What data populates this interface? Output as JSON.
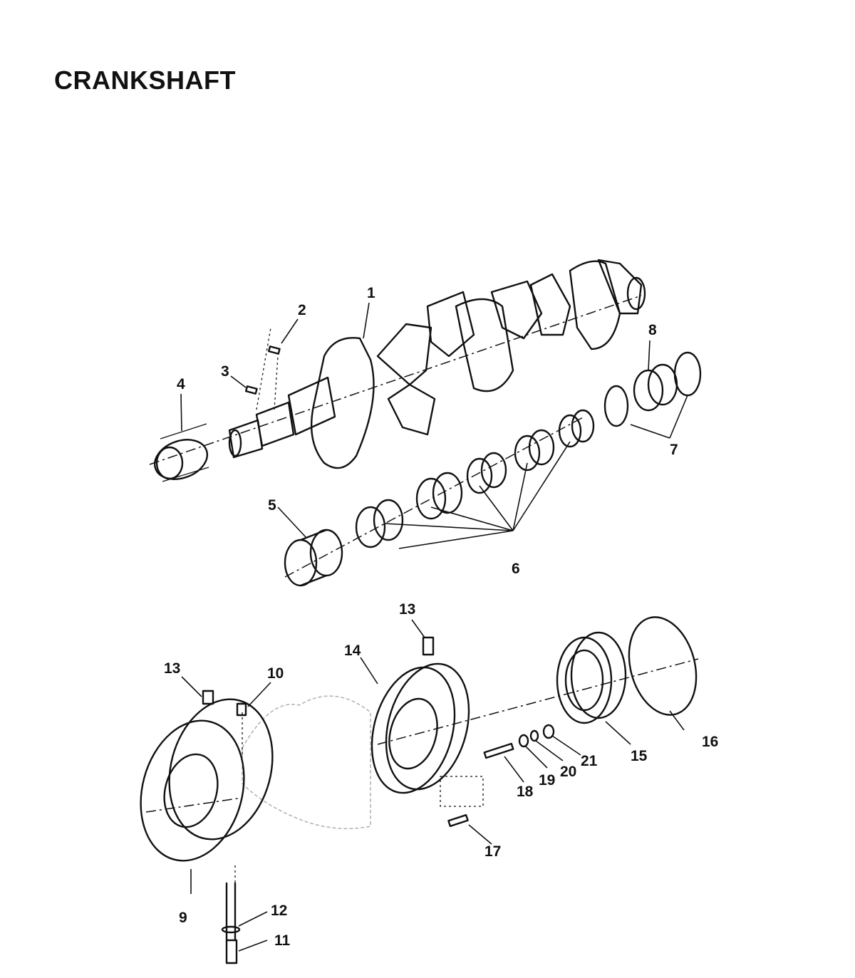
{
  "title": "CRANKSHAFT",
  "callouts": {
    "c1": "1",
    "c2": "2",
    "c3": "3",
    "c4": "4",
    "c5": "5",
    "c6": "6",
    "c7": "7",
    "c8": "8",
    "c9": "9",
    "c10": "10",
    "c11": "11",
    "c12": "12",
    "c13a": "13",
    "c13b": "13",
    "c14": "14",
    "c15": "15",
    "c16": "16",
    "c17": "17",
    "c18": "18",
    "c19": "19",
    "c20": "20",
    "c21": "21"
  },
  "colors": {
    "ink": "#111111",
    "ghost": "#b4b4b4",
    "paper": "#ffffff"
  }
}
